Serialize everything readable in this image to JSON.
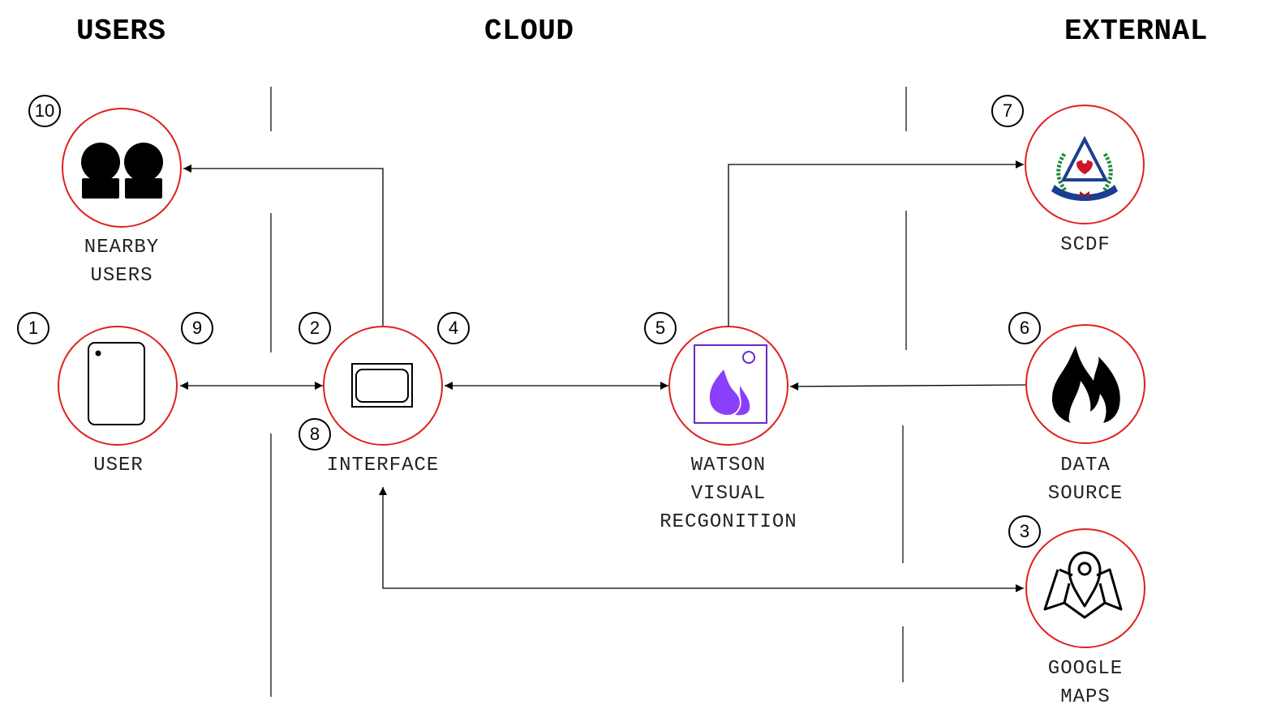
{
  "headers": {
    "users": "USERS",
    "cloud": "CLOUD",
    "external": "EXTERNAL"
  },
  "nodes": {
    "nearby_users": {
      "line1": "NEARBY",
      "line2": "USERS",
      "badge": "10",
      "icon": "group-icon"
    },
    "user": {
      "line1": "USER",
      "badge_left": "1",
      "badge_right": "9",
      "icon": "phone-icon"
    },
    "interface": {
      "line1": "INTERFACE",
      "badge_top_left": "2",
      "badge_top_right": "4",
      "badge_bottom_left": "8",
      "icon": "screen-icon"
    },
    "watson": {
      "line1": "WATSON",
      "line2": "VISUAL",
      "line3": "RECGONITION",
      "badge": "5",
      "icon": "watson-visual-recognition-icon"
    },
    "scdf": {
      "line1": "SCDF",
      "badge": "7",
      "icon": "scdf-emblem-icon"
    },
    "data_source": {
      "line1": "DATA",
      "line2": "SOURCE",
      "badge": "6",
      "icon": "fire-icon"
    },
    "google_maps": {
      "line1": "GOOGLE",
      "line2": "MAPS",
      "badge": "3",
      "icon": "map-pin-icon"
    }
  },
  "colors": {
    "node_ring": "#e02020",
    "watson_purple": "#8a3ffc",
    "watson_frame": "#6929c4",
    "line": "#000000"
  }
}
